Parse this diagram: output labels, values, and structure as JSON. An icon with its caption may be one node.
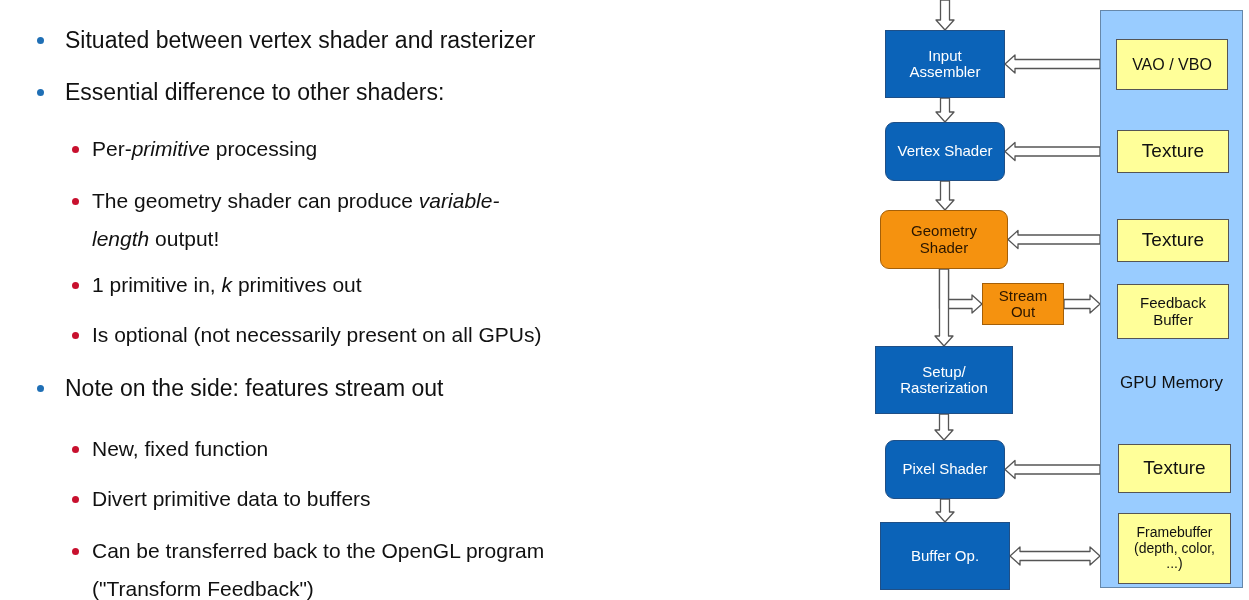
{
  "diagram": {
    "nodes": [
      {
        "text": [
          "Input Assembler"
        ]
      },
      {
        "text": [
          "Vertex Shader"
        ]
      },
      {
        "text": [
          "Geometry Shader"
        ]
      },
      {
        "text": [
          "Stream Out"
        ]
      },
      {
        "text": [
          "Setup/ Rasterization"
        ]
      },
      {
        "text": [
          "Pixel Shader"
        ]
      },
      {
        "text": [
          "Buffer Op."
        ]
      },
      {
        "text": [
          "GPU Memory"
        ]
      },
      {
        "text": [
          "VAO / VBO"
        ],
        "in": 7
      },
      {
        "text": [
          "Texture"
        ],
        "in": 7
      },
      {
        "text": [
          "Texture"
        ],
        "in": 7
      },
      {
        "text": [
          "Feedback Buffer"
        ],
        "in": 7
      },
      {
        "text": [
          "Texture"
        ],
        "in": 7
      },
      {
        "text": [
          "Framebuffer (depth, color, ...)"
        ],
        "in": 7
      }
    ],
    "edges": [
      {
        "from": null,
        "to": 0,
        "arrow": "to"
      },
      {
        "from": 7,
        "to": 0,
        "arrow": "to"
      },
      {
        "from": 0,
        "to": 1,
        "arrow": "to"
      },
      {
        "from": 7,
        "to": 1,
        "arrow": "to"
      },
      {
        "from": 1,
        "to": 2,
        "arrow": "to"
      },
      {
        "from": 7,
        "to": 2,
        "arrow": "to"
      },
      {
        "from": 2,
        "to": 4,
        "arrow": "to"
      },
      {
        "from": 2,
        "to": 3,
        "arrow": "to"
      },
      {
        "from": 3,
        "to": 7,
        "arrow": "to"
      },
      {
        "from": 4,
        "to": 5,
        "arrow": "to"
      },
      {
        "from": 7,
        "to": 5,
        "arrow": "to"
      },
      {
        "from": 5,
        "to": 6,
        "arrow": "to"
      },
      {
        "from": 6,
        "to": 7,
        "arrow": "both"
      }
    ],
    "labels": [
      "Situated between vertex shader and rasterizer",
      "Essential difference to other shaders:",
      "Per-*primitive* processing",
      "The geometry shader can produce *variable-length* output!",
      "1 primitive in, *k* primitives out",
      "Is optional (not necessarily present on all GPUs)",
      "Note on the side: features stream out",
      "New, fixed function",
      "Divert primitive data to buffers",
      "Can be transferred back to the OpenGL program (\"Transform Feedback\")"
    ]
  }
}
